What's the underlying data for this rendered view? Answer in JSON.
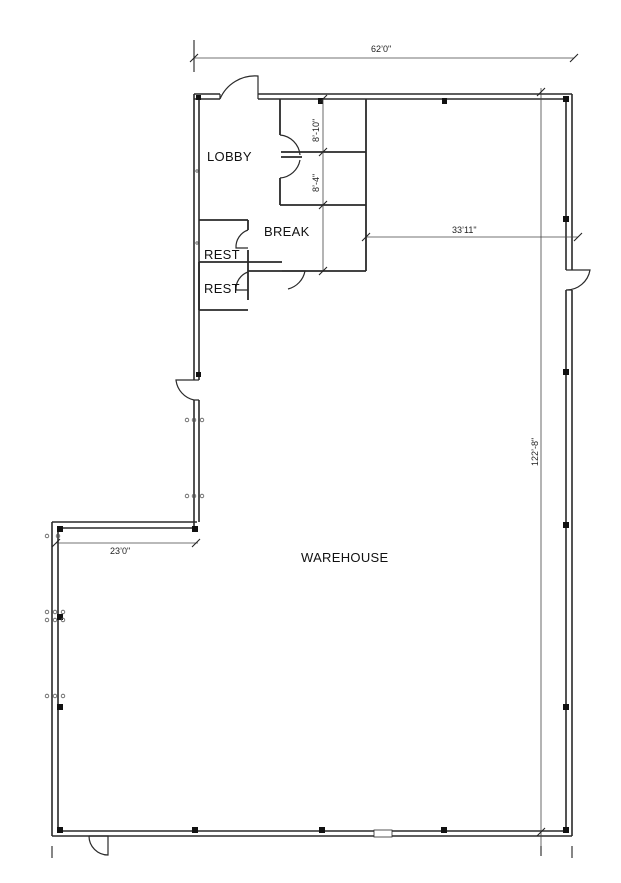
{
  "rooms": {
    "lobby": "LOBBY",
    "break": "BREAK",
    "rest_1": "REST",
    "rest_2": "REST",
    "warehouse": "WAREHOUSE"
  },
  "dimensions": {
    "overall_width": "62’0\"",
    "office_depth": "33’11\"",
    "building_depth": "122’-8\"",
    "wing_width": "23’0\"",
    "office_1": "8’-10\"",
    "office_2": "8’-4\""
  }
}
